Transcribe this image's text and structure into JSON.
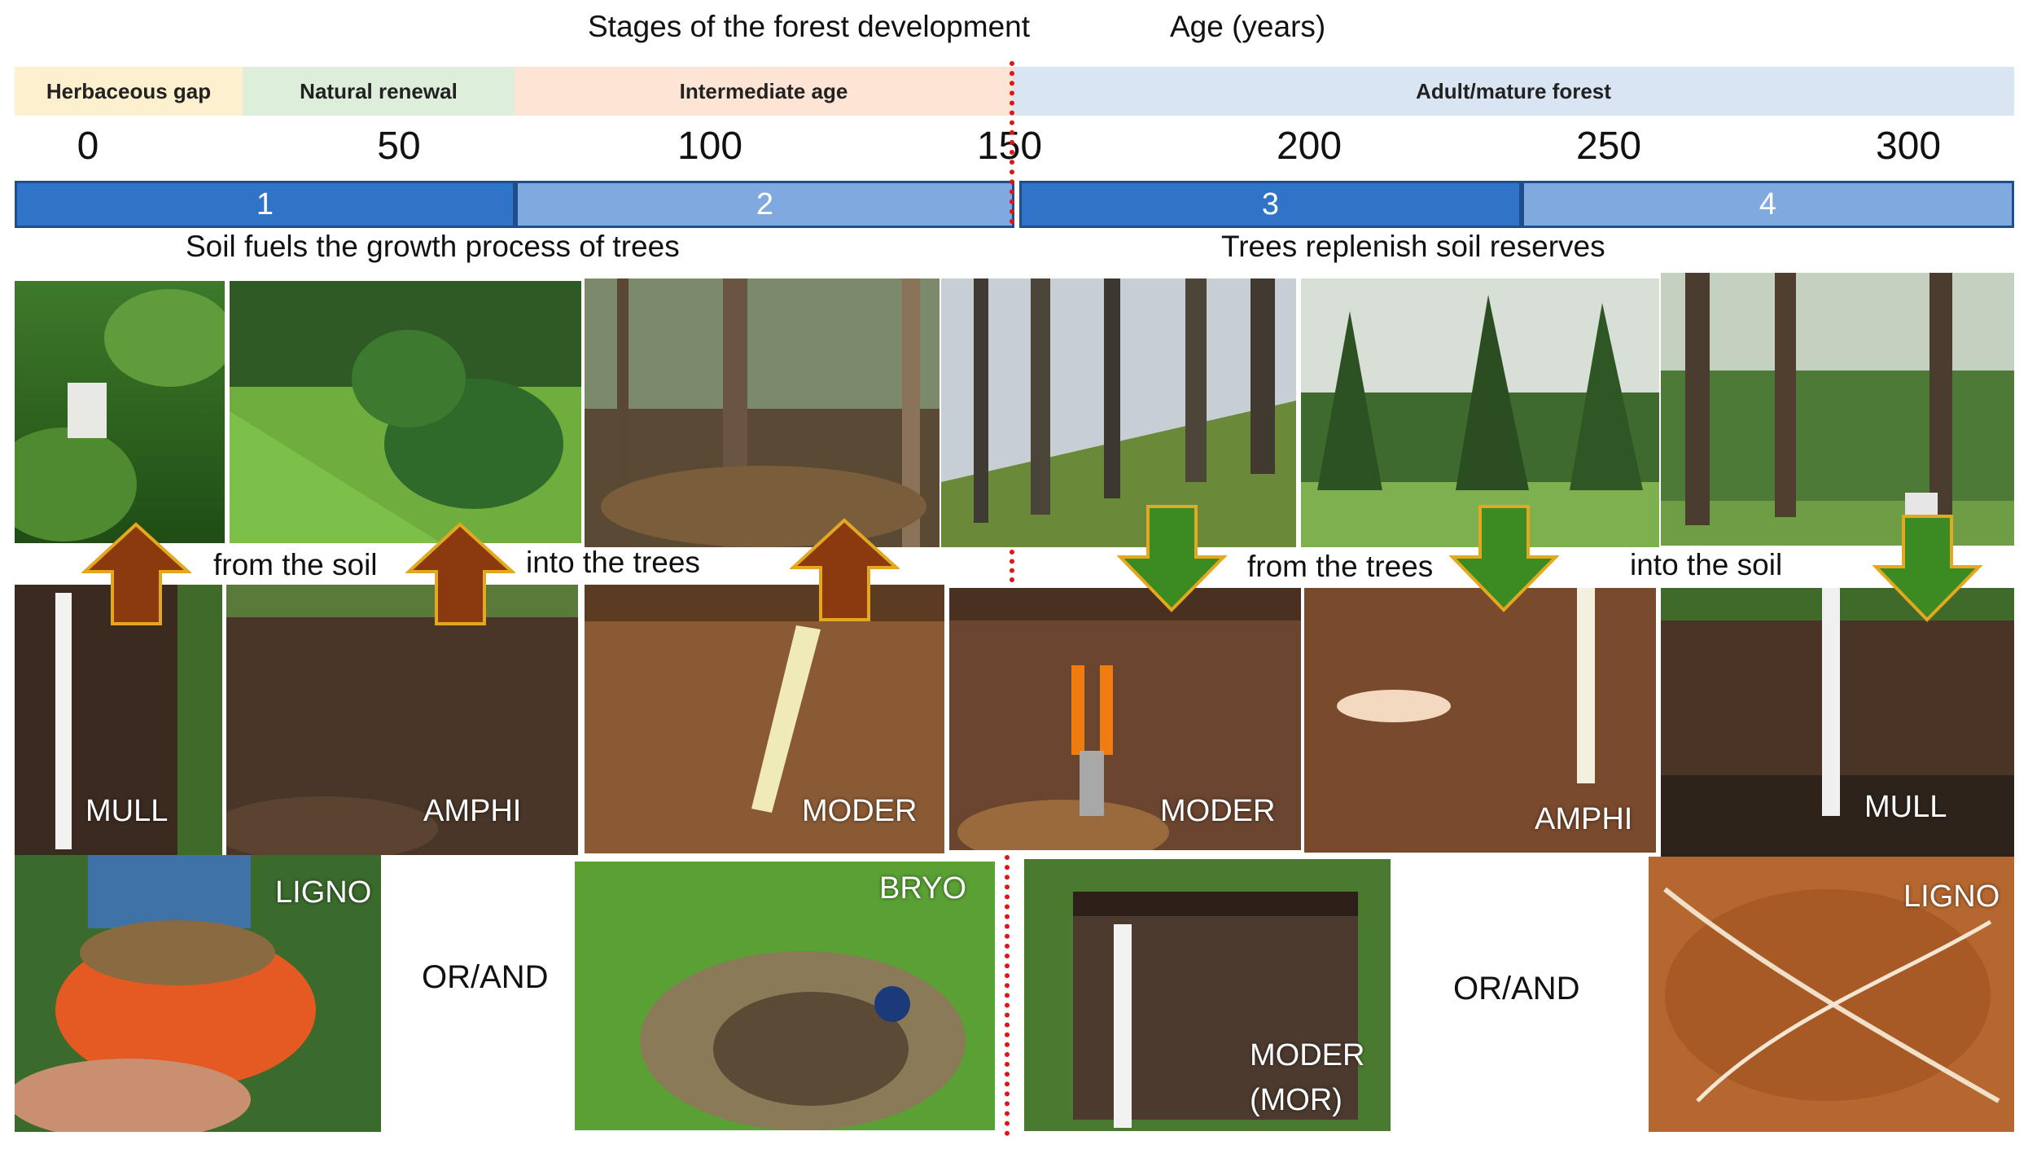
{
  "header": {
    "stages_title": "Stages of the forest development",
    "age_title": "Age (years)"
  },
  "stages": [
    {
      "label": "Herbaceous gap",
      "color": "#fdf0cf"
    },
    {
      "label": "Natural renewal",
      "color": "#ddeedb"
    },
    {
      "label": "Intermediate age",
      "color": "#fde5d6"
    },
    {
      "label": "Adult/mature forest",
      "color": "#dae5f3"
    }
  ],
  "ages": [
    "0",
    "50",
    "100",
    "150",
    "200",
    "250",
    "300"
  ],
  "phases": [
    "1",
    "2",
    "3",
    "4"
  ],
  "captions": {
    "left": "Soil fuels the growth process of trees",
    "right": "Trees replenish soil reserves"
  },
  "flow": {
    "from_soil": "from the soil",
    "into_trees": "into the trees",
    "from_trees": "from the trees",
    "into_soil": "into the soil"
  },
  "humus": {
    "row2": [
      "MULL",
      "AMPHI",
      "MODER",
      "MODER",
      "AMPHI",
      "MULL"
    ],
    "row3_a": "LIGNO",
    "row3_b": "BRYO",
    "row3_c1": "MODER",
    "row3_c2": "(MOR)",
    "row3_d": "LIGNO"
  },
  "or_and": "OR/AND",
  "colors": {
    "phase_dark": "#2f74c7",
    "phase_light": "#80a9df",
    "arrow_up": "#8b3a0f",
    "arrow_down": "#3b8a22",
    "arrow_outline": "#e3a81f",
    "divider": "#e01515"
  }
}
